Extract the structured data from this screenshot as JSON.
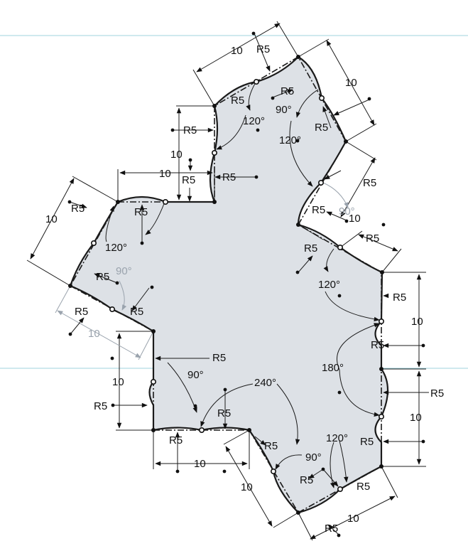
{
  "colors": {
    "background": "#ffffff",
    "fill": "#dde1e6",
    "stroke": "#1b1b1b",
    "guide_line": "#9fd3de",
    "dim_grey": "#9aa3ad"
  },
  "labels": {
    "len_10": "10",
    "rad_5": "R5",
    "ang_90": "90°",
    "ang_120": "120°",
    "ang_180": "180°",
    "ang_240": "240°"
  }
}
